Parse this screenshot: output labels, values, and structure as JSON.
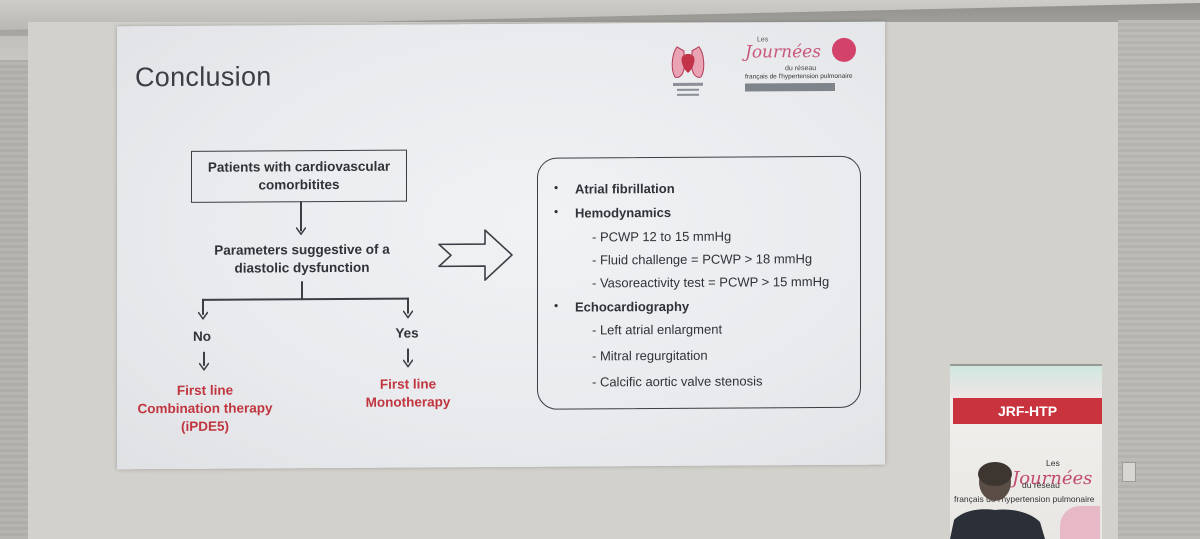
{
  "slide": {
    "title": "Conclusion",
    "logo_text": {
      "les": "Les",
      "journees": "Journées",
      "du_reseau": "du réseau",
      "subtitle": "français de l'hypertension pulmonaire"
    },
    "flow": {
      "top_box": "Patients with cardiovascular comorbitites",
      "middle": "Parameters suggestive of a diastolic dysfunction",
      "left_branch": "No",
      "right_branch": "Yes",
      "left_result": {
        "line1": "First line",
        "line2": "Combination therapy",
        "line3": "(iPDE5)"
      },
      "right_result": {
        "line1": "First line",
        "line2": "Monotherapy"
      }
    },
    "list": {
      "item1": "Atrial fibrillation",
      "item2": "Hemodynamics",
      "item2_sub": [
        "- PCWP 12 to 15 mmHg",
        "- Fluid challenge = PCWP > 18 mmHg",
        "- Vasoreactivity test = PCWP > 15 mmHg"
      ],
      "item3": "Echocardiography",
      "item3_sub": [
        "- Left atrial enlargment",
        "- Mitral regurgitation",
        "- Calcific aortic valve stenosis"
      ]
    }
  },
  "banner": {
    "header": "JRF-HTP",
    "les": "Les",
    "journees": "Journées",
    "du_reseau": "du réseau",
    "subtitle": "français de l'hypertension pulmonaire"
  },
  "colors": {
    "accent_red": "#c0353e",
    "banner_red": "#c8333e",
    "slide_bg": "#eceef0"
  }
}
